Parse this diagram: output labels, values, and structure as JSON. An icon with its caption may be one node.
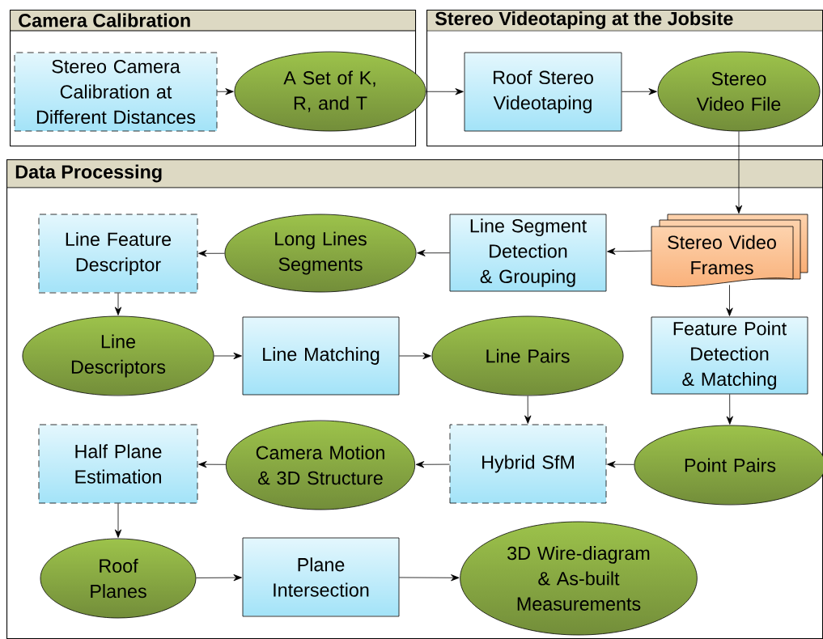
{
  "diagram": {
    "nodes": [
      {
        "text": [
          "Camera Calibration"
        ]
      },
      {
        "text": [
          "Stereo Camera Calibration at Different Distances"
        ],
        "in": 0
      },
      {
        "text": [
          "A Set of K, R, and T"
        ],
        "in": 0
      },
      {
        "text": [
          "Stereo Videotaping at the Jobsite"
        ]
      },
      {
        "text": [
          "Roof Stereo Videotaping"
        ],
        "in": 3
      },
      {
        "text": [
          "Stereo Video File"
        ],
        "in": 3
      },
      {
        "text": [
          "Data Processing"
        ]
      },
      {
        "text": [
          "Line Feature Descriptor"
        ],
        "in": 6
      },
      {
        "text": [
          "Long Lines Segments"
        ],
        "in": 6
      },
      {
        "text": [
          "Line Segment Detection & Grouping"
        ],
        "in": 6
      },
      {
        "text": [
          "Stereo Video Frames"
        ],
        "in": 6
      },
      {
        "text": [
          "Line Descriptors"
        ],
        "in": 6
      },
      {
        "text": [
          "Line Matching"
        ],
        "in": 6
      },
      {
        "text": [
          "Line Pairs"
        ],
        "in": 6
      },
      {
        "text": [
          "Feature Point Detection & Matching"
        ],
        "in": 6
      },
      {
        "text": [
          "Half Plane Estimation"
        ],
        "in": 6
      },
      {
        "text": [
          "Camera Motion & 3D Structure"
        ],
        "in": 6
      },
      {
        "text": [
          "Hybrid SfM"
        ],
        "in": 6
      },
      {
        "text": [
          "Point Pairs"
        ],
        "in": 6
      },
      {
        "text": [
          "Roof Planes"
        ],
        "in": 6
      },
      {
        "text": [
          "Plane Intersection"
        ],
        "in": 6
      },
      {
        "text": [
          "3D Wire-diagram & As-built Measurements"
        ],
        "in": 6
      }
    ],
    "edges": [
      {
        "from": 1,
        "to": 2,
        "arrow": "to"
      },
      {
        "from": 2,
        "to": 4,
        "arrow": "to"
      },
      {
        "from": 4,
        "to": 5,
        "arrow": "to"
      },
      {
        "from": 5,
        "to": 10,
        "arrow": "to"
      },
      {
        "from": 10,
        "to": 9,
        "arrow": "to"
      },
      {
        "from": 9,
        "to": 8,
        "arrow": "to"
      },
      {
        "from": 8,
        "to": 7,
        "arrow": "to"
      },
      {
        "from": 7,
        "to": 11,
        "arrow": "to"
      },
      {
        "from": 11,
        "to": 12,
        "arrow": "to"
      },
      {
        "from": 12,
        "to": 13,
        "arrow": "to"
      },
      {
        "from": 13,
        "to": 17,
        "arrow": "to"
      },
      {
        "from": 10,
        "to": 14,
        "arrow": "to"
      },
      {
        "from": 14,
        "to": 18,
        "arrow": "to"
      },
      {
        "from": 18,
        "to": 17,
        "arrow": "to"
      },
      {
        "from": 17,
        "to": 16,
        "arrow": "to"
      },
      {
        "from": 16,
        "to": 15,
        "arrow": "to"
      },
      {
        "from": 15,
        "to": 19,
        "arrow": "to"
      },
      {
        "from": 19,
        "to": 20,
        "arrow": "to"
      },
      {
        "from": 20,
        "to": 21,
        "arrow": "to"
      }
    ]
  }
}
